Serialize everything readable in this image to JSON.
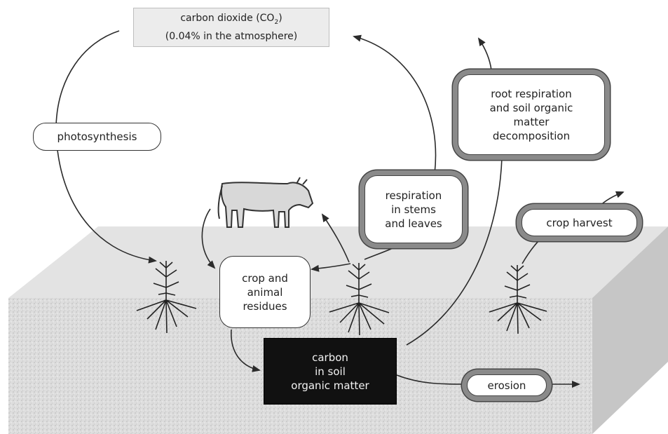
{
  "diagram": {
    "co2": {
      "line1_prefix": "carbon dioxide (CO",
      "line1_sub": "2",
      "line1_suffix": ")",
      "line2": "(0.04% in the atmosphere)"
    },
    "photosynthesis": "photosynthesis",
    "residues": [
      "crop and",
      "animal",
      "residues"
    ],
    "respiration": [
      "respiration",
      "in stems",
      "and leaves"
    ],
    "root_respiration": [
      "root respiration",
      "and soil organic",
      "matter",
      "decomposition"
    ],
    "crop_harvest": "crop harvest",
    "soil_carbon": [
      "carbon",
      "in soil",
      "organic matter"
    ],
    "erosion": "erosion"
  },
  "colors": {
    "soil_top": "#e1e1e1",
    "soil_front": "#dcdcdc",
    "soil_side": "#c9c9c9",
    "arrow": "#2b2b2b",
    "box_fill": "#ffffff",
    "dark_box": "#111111"
  }
}
